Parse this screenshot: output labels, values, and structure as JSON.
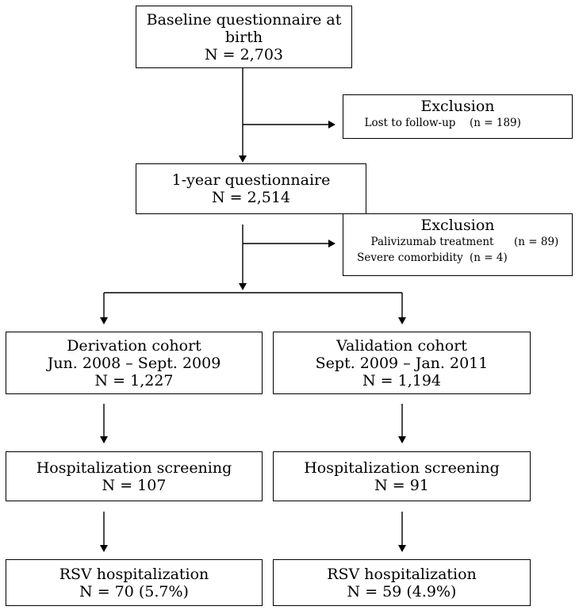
{
  "baseline": {
    "line1": "Baseline questionnaire at",
    "line2": "birth",
    "n": "N = 2,703"
  },
  "exclusion1": {
    "title": "Exclusion",
    "rows": [
      {
        "label": "Lost to follow-up",
        "n": "(n = 189)"
      }
    ]
  },
  "year1": {
    "line1": "1-year questionnaire",
    "n": "N = 2,514"
  },
  "exclusion2": {
    "title": "Exclusion",
    "rows": [
      {
        "label": "Palivizumab treatment",
        "n": "(n = 89)"
      },
      {
        "label": "Severe comorbidity",
        "n": "(n = 4)"
      }
    ]
  },
  "derivation": {
    "title": "Derivation cohort",
    "period": "Jun. 2008 – Sept. 2009",
    "n": "N = 1,227"
  },
  "validation": {
    "title": "Validation cohort",
    "period": "Sept. 2009 – Jan. 2011",
    "n": "N = 1,194"
  },
  "screening_left": {
    "title": "Hospitalization screening",
    "n": "N = 107"
  },
  "screening_right": {
    "title": "Hospitalization screening",
    "n": "N = 91"
  },
  "rsv_left": {
    "title": "RSV hospitalization",
    "n": "N = 70 (5.7%)"
  },
  "rsv_right": {
    "title": "RSV hospitalization",
    "n": "N = 59 (4.9%)"
  }
}
